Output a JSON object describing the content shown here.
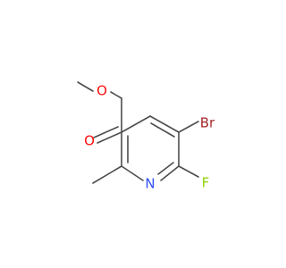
{
  "molecule": {
    "atoms": {
      "ester_oxygen": {
        "label": "O",
        "color": "#ff0d0d"
      },
      "carbonyl_oxygen": {
        "label": "O",
        "color": "#ff0d0d"
      },
      "bromine": {
        "label": "Br",
        "color": "#a62929"
      },
      "nitrogen": {
        "label": "N",
        "color": "#3050f8"
      },
      "fluorine": {
        "label": "F",
        "color": "#8fd400"
      }
    },
    "bond_color": "#4d4d4d",
    "background": "#ffffff"
  }
}
